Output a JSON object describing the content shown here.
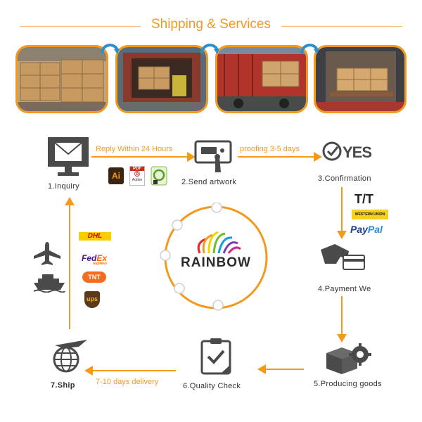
{
  "header": {
    "title": "Shipping & Services"
  },
  "photos": [
    "warehouse-boxes-photo",
    "forklift-loading-photo",
    "truck-container-photo",
    "loaded-container-photo"
  ],
  "steps": {
    "inquiry": "1.Inquiry",
    "send_artwork": "2.Send artwork",
    "confirmation": "3.Confirmation",
    "payment": "4.Payment We",
    "producing": "5.Producing goods",
    "quality": "6.Quality Check",
    "ship": "7.Ship"
  },
  "flow": {
    "reply": "Reply Within 24 Hours",
    "proofing": "proofing 3-5 days",
    "delivery": "7-10 days delivery"
  },
  "confirmation": {
    "yes_text": "YES"
  },
  "file_types": {
    "ai": "Ai",
    "pdf": "PDF",
    "pdf_sub": "Adobe"
  },
  "payment": {
    "tt": "T/T",
    "western_union": "WESTERN UNION",
    "paypal_a": "Pay",
    "paypal_b": "Pal"
  },
  "carriers": {
    "dhl": "DHL",
    "fedex_a": "Fed",
    "fedex_b": "Ex",
    "fedex_sub": "Express",
    "tnt": "TNT",
    "ups": "ups"
  },
  "logo": {
    "text": "RAINBOW"
  },
  "colors": {
    "accent": "#f39a1e",
    "icon_gray": "#444444",
    "dhl_red": "#d40511",
    "fedex_purple": "#4d148c",
    "paypal_blue": "#1a3d8f"
  }
}
